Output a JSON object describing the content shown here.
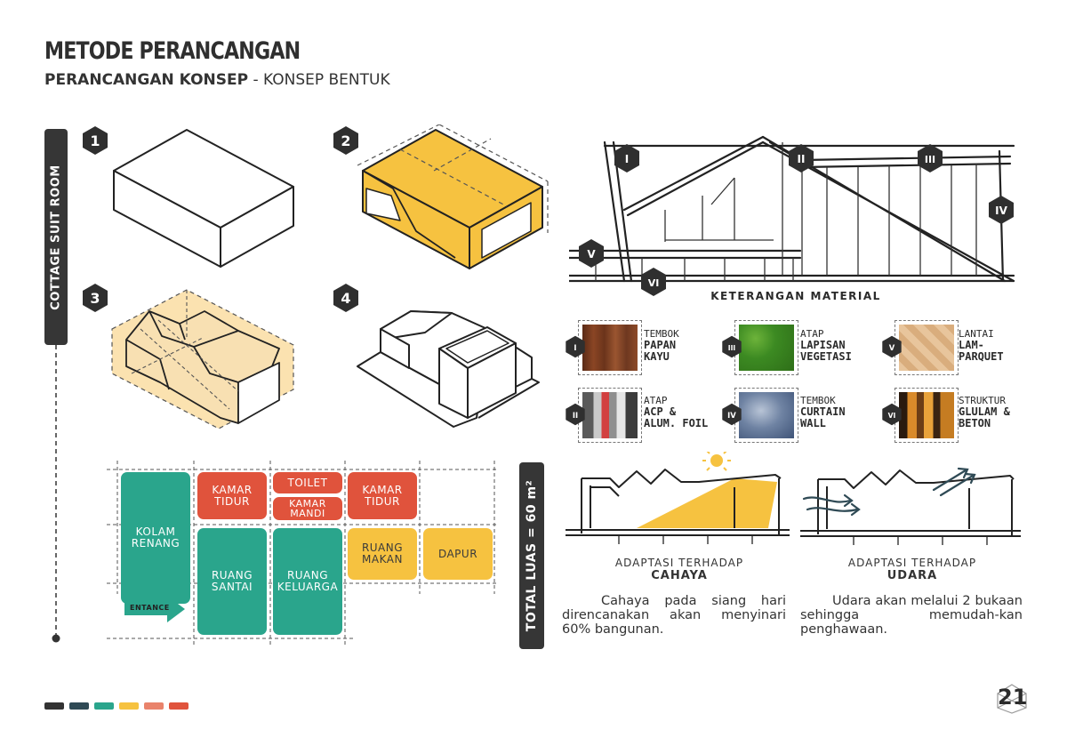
{
  "header": {
    "title": "METODE PERANCANGAN",
    "subtitle_bold": "PERANCANGAN KONSEP",
    "subtitle_rest": " - KONSEP BENTUK"
  },
  "side_label": "COTTAGE SUIT ROOM",
  "steps": [
    "1",
    "2",
    "3",
    "4"
  ],
  "plan": {
    "rooms": {
      "kolam": "KOLAM RENANG",
      "kamar_tidur_1": "KAMAR TIDUR",
      "toilet": "TOILET",
      "kamar_mandi": "KAMAR MANDI",
      "kamar_tidur_2": "KAMAR TIDUR",
      "ruang_santai": "RUANG SANTAI",
      "ruang_keluarga": "RUANG KELUARGA",
      "ruang_makan": "RUANG MAKAN",
      "dapur": "DAPUR"
    },
    "entrance": "ENTANCE",
    "total": "TOTAL LUAS = 60 m²"
  },
  "elevation_markers": [
    "I",
    "II",
    "III",
    "IV",
    "V",
    "VI"
  ],
  "materials": {
    "heading": "KETERANGAN MATERIAL",
    "items": [
      {
        "num": "I",
        "line1": "TEMBOK",
        "line2": "PAPAN",
        "line3": "KAYU"
      },
      {
        "num": "III",
        "line1": "ATAP",
        "line2": "LAPISAN",
        "line3": "VEGETASI"
      },
      {
        "num": "V",
        "line1": "LANTAI",
        "line2": "LAM-",
        "line3": "PARQUET"
      },
      {
        "num": "II",
        "line1": "ATAP",
        "line2": "ACP &",
        "line3": "ALUM. FOIL"
      },
      {
        "num": "IV",
        "line1": "TEMBOK",
        "line2": "CURTAIN",
        "line3": "WALL"
      },
      {
        "num": "VI",
        "line1": "STRUKTUR",
        "line2": "GLULAM &",
        "line3": "BETON"
      }
    ]
  },
  "adaptations": [
    {
      "label": "ADAPTASI TERHADAP",
      "target": "CAHAYA",
      "text": "Cahaya pada siang hari direncanakan akan menyinari 60% bangunan."
    },
    {
      "label": "ADAPTASI TERHADAP",
      "target": "UDARA",
      "text": "Udara akan melalui 2 bukaan sehingga memudah-kan penghawaan."
    }
  ],
  "page_number": "21",
  "palette": [
    "#333333",
    "#2f4a55",
    "#2aa58c",
    "#f6c240",
    "#e9836b",
    "#e0533c"
  ]
}
